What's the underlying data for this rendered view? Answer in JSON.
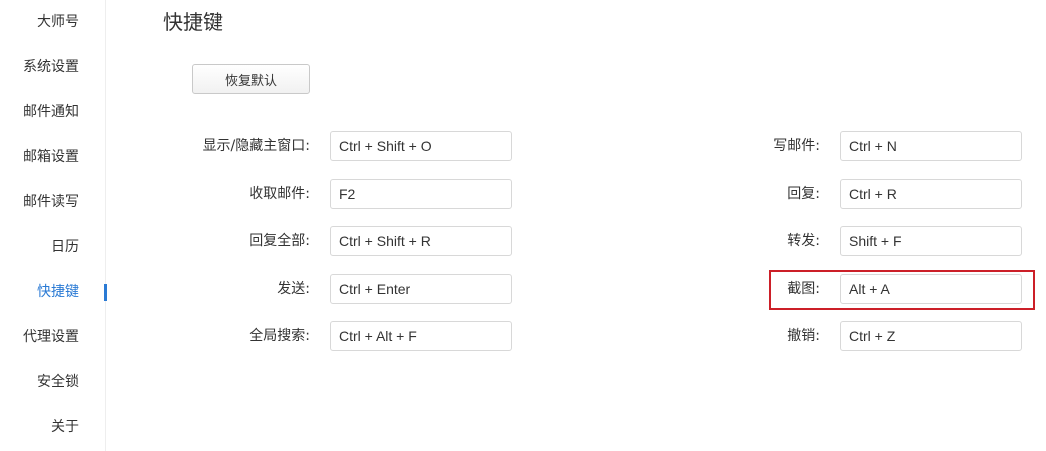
{
  "sidebar": {
    "items": [
      {
        "label": "大师号"
      },
      {
        "label": "系统设置"
      },
      {
        "label": "邮件通知"
      },
      {
        "label": "邮箱设置"
      },
      {
        "label": "邮件读写"
      },
      {
        "label": "日历"
      },
      {
        "label": "快捷键",
        "active": true
      },
      {
        "label": "代理设置"
      },
      {
        "label": "安全锁"
      },
      {
        "label": "关于"
      }
    ],
    "active_color": "#2a7ad4"
  },
  "main": {
    "title": "快捷键",
    "restore_button": "恢复默认",
    "left_shortcuts": [
      {
        "label": "显示/隐藏主窗口:",
        "value": "Ctrl + Shift + O"
      },
      {
        "label": "收取邮件:",
        "value": "F2"
      },
      {
        "label": "回复全部:",
        "value": "Ctrl + Shift + R"
      },
      {
        "label": "发送:",
        "value": "Ctrl + Enter"
      },
      {
        "label": "全局搜索:",
        "value": "Ctrl + Alt + F"
      }
    ],
    "right_shortcuts": [
      {
        "label": "写邮件:",
        "value": "Ctrl + N"
      },
      {
        "label": "回复:",
        "value": "Ctrl + R"
      },
      {
        "label": "转发:",
        "value": "Shift + F"
      },
      {
        "label": "截图:",
        "value": "Alt + A"
      },
      {
        "label": "撤销:",
        "value": "Ctrl + Z"
      }
    ],
    "highlight_color": "#cc1f28"
  }
}
